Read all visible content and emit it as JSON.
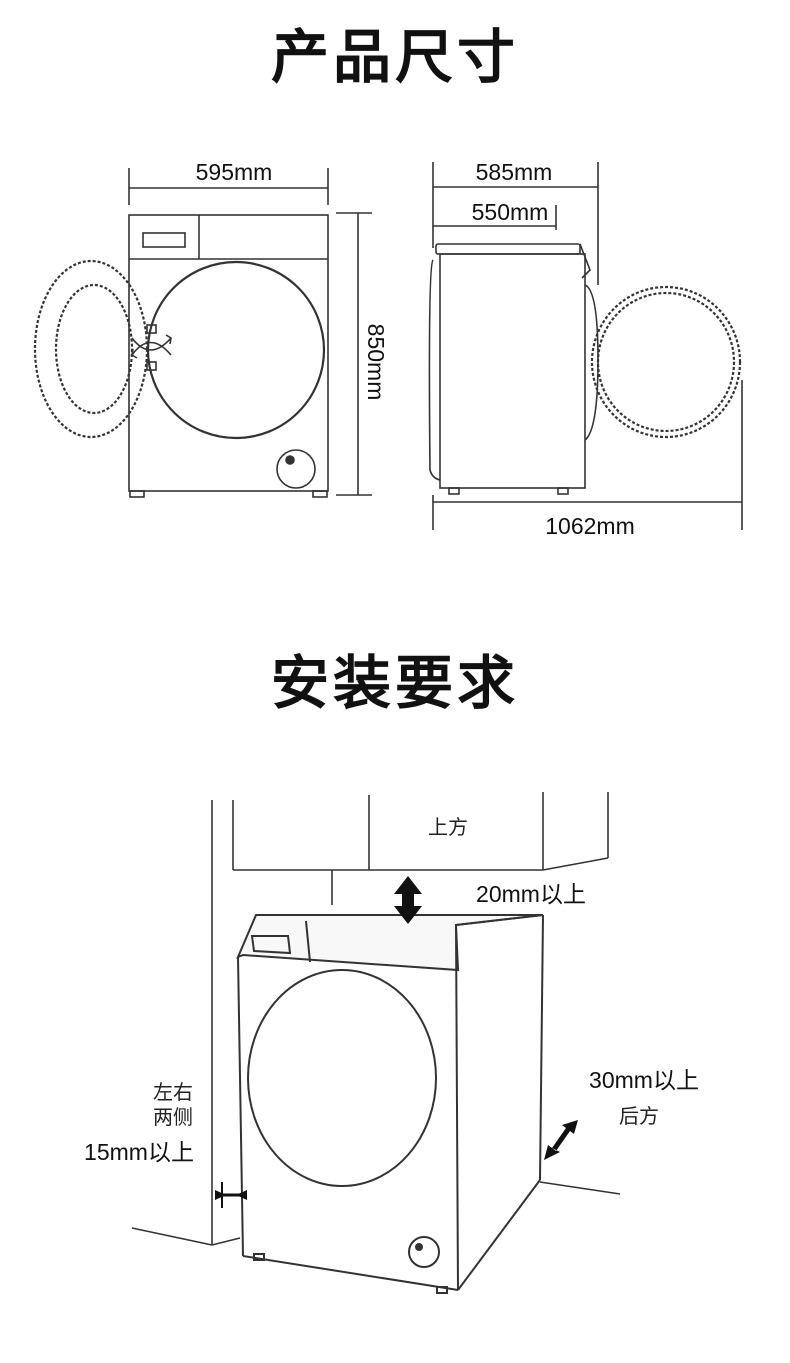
{
  "section_dimensions": {
    "title": "产品尺寸",
    "width": "595mm",
    "height": "850mm",
    "depth_total": "585mm",
    "depth_body": "550mm",
    "depth_door_open": "1062mm"
  },
  "section_install": {
    "title": "安装要求",
    "top_label": "上方",
    "top_clearance": "20mm以上",
    "back_clearance": "30mm以上",
    "back_label": "后方",
    "side_label_line1": "左右",
    "side_label_line2": "两侧",
    "side_clearance": "15mm以上"
  }
}
